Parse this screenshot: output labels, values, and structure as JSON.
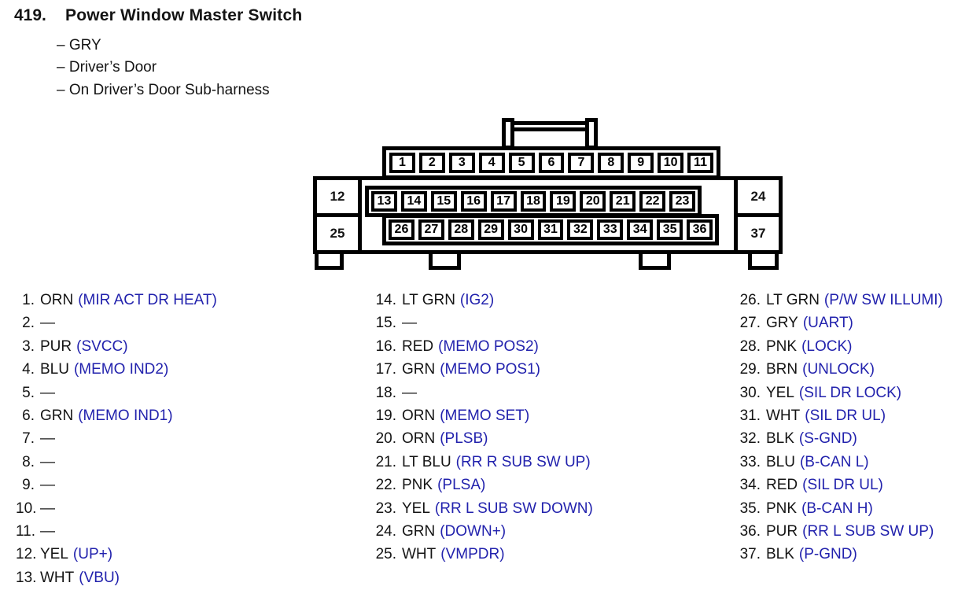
{
  "header": {
    "item_number": "419.",
    "title": "Power Window Master Switch",
    "details": [
      "– GRY",
      "– Driver’s Door",
      "– On Driver’s Door Sub-harness"
    ]
  },
  "connector": {
    "top_row": [
      "1",
      "2",
      "3",
      "4",
      "5",
      "6",
      "7",
      "8",
      "9",
      "10",
      "11"
    ],
    "left_col": [
      "12",
      "25"
    ],
    "middle_row": [
      "13",
      "14",
      "15",
      "16",
      "17",
      "18",
      "19",
      "20",
      "21",
      "22",
      "23"
    ],
    "bottom_row": [
      "26",
      "27",
      "28",
      "29",
      "30",
      "31",
      "32",
      "33",
      "34",
      "35",
      "36"
    ],
    "right_col": [
      "24",
      "37"
    ]
  },
  "pinout": {
    "col1": [
      {
        "num": "1.",
        "color": "ORN",
        "signal": "(MIR ACT DR HEAT)"
      },
      {
        "num": "2.",
        "color": "—",
        "signal": ""
      },
      {
        "num": "3.",
        "color": "PUR",
        "signal": "(SVCC)"
      },
      {
        "num": "4.",
        "color": "BLU",
        "signal": "(MEMO IND2)"
      },
      {
        "num": "5.",
        "color": "—",
        "signal": ""
      },
      {
        "num": "6.",
        "color": "GRN",
        "signal": "(MEMO IND1)"
      },
      {
        "num": "7.",
        "color": "—",
        "signal": ""
      },
      {
        "num": "8.",
        "color": "—",
        "signal": ""
      },
      {
        "num": "9.",
        "color": "—",
        "signal": ""
      },
      {
        "num": "10.",
        "color": "—",
        "signal": ""
      },
      {
        "num": "11.",
        "color": "—",
        "signal": ""
      },
      {
        "num": "12.",
        "color": "YEL",
        "signal": "(UP+)"
      },
      {
        "num": "13.",
        "color": "WHT",
        "signal": "(VBU)"
      }
    ],
    "col2": [
      {
        "num": "14.",
        "color": "LT GRN",
        "signal": "(IG2)"
      },
      {
        "num": "15.",
        "color": "—",
        "signal": ""
      },
      {
        "num": "16.",
        "color": "RED",
        "signal": "(MEMO POS2)"
      },
      {
        "num": "17.",
        "color": "GRN",
        "signal": "(MEMO POS1)"
      },
      {
        "num": "18.",
        "color": "—",
        "signal": ""
      },
      {
        "num": "19.",
        "color": "ORN",
        "signal": "(MEMO SET)"
      },
      {
        "num": "20.",
        "color": "ORN",
        "signal": "(PLSB)"
      },
      {
        "num": "21.",
        "color": "LT BLU",
        "signal": "(RR R SUB SW UP)"
      },
      {
        "num": "22.",
        "color": "PNK",
        "signal": "(PLSA)"
      },
      {
        "num": "23.",
        "color": "YEL",
        "signal": "(RR L SUB SW DOWN)"
      },
      {
        "num": "24.",
        "color": "GRN",
        "signal": "(DOWN+)"
      },
      {
        "num": "25.",
        "color": "WHT",
        "signal": "(VMPDR)"
      }
    ],
    "col3": [
      {
        "num": "26.",
        "color": "LT GRN",
        "signal": "(P/W SW ILLUMI)"
      },
      {
        "num": "27.",
        "color": "GRY",
        "signal": "(UART)"
      },
      {
        "num": "28.",
        "color": "PNK",
        "signal": "(LOCK)"
      },
      {
        "num": "29.",
        "color": "BRN",
        "signal": "(UNLOCK)"
      },
      {
        "num": "30.",
        "color": "YEL",
        "signal": "(SIL DR LOCK)"
      },
      {
        "num": "31.",
        "color": "WHT",
        "signal": "(SIL DR UL)"
      },
      {
        "num": "32.",
        "color": "BLK",
        "signal": "(S-GND)"
      },
      {
        "num": "33.",
        "color": "BLU",
        "signal": "(B-CAN L)"
      },
      {
        "num": "34.",
        "color": "RED",
        "signal": "(SIL DR UL)"
      },
      {
        "num": "35.",
        "color": "PNK",
        "signal": "(B-CAN H)"
      },
      {
        "num": "36.",
        "color": "PUR",
        "signal": "(RR L SUB SW UP)"
      },
      {
        "num": "37.",
        "color": "BLK",
        "signal": "(P-GND)"
      }
    ]
  },
  "colors": {
    "signal_blue": "#2222ad",
    "ink_black": "#141414",
    "line_black": "#000000",
    "background": "#ffffff"
  }
}
